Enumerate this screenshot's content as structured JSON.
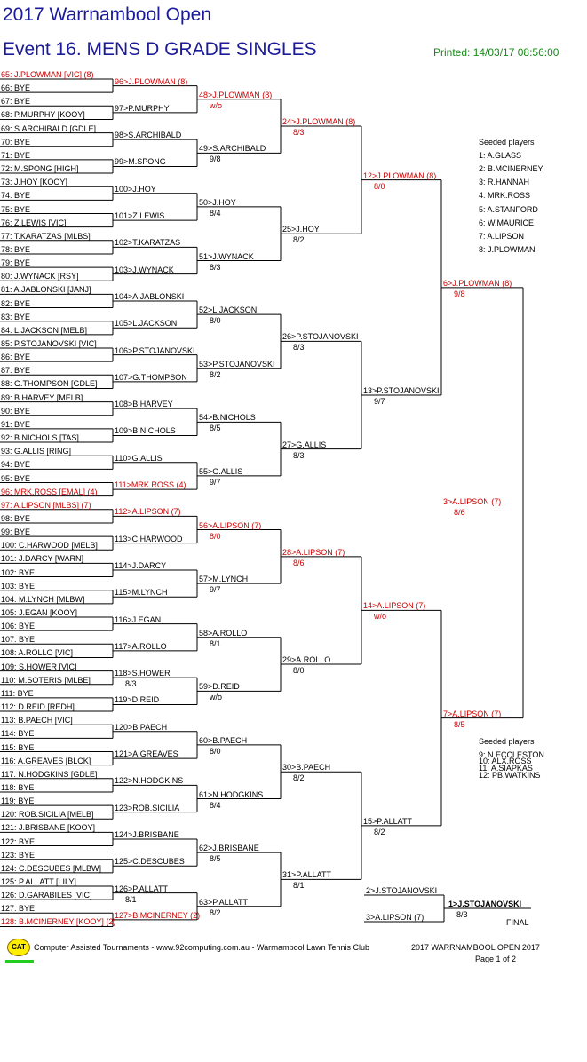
{
  "header": {
    "tournament_title": "2017 Warrnambool Open",
    "event_title": "Event 16. MENS D GRADE SINGLES",
    "printed": "Printed: 14/03/17 08:56:00"
  },
  "colors": {
    "title": "#1a1a9a",
    "printed": "#1a8a1a",
    "seeded": "#cc0000",
    "lines": "#000000"
  },
  "draw": [
    {
      "text": "65: J.PLOWMAN [VIC] (8)",
      "seed": true
    },
    {
      "text": "66: BYE"
    },
    {
      "text": "67: BYE"
    },
    {
      "text": "68: P.MURPHY [KOOY]"
    },
    {
      "text": "69: S.ARCHIBALD [GDLE]"
    },
    {
      "text": "70: BYE"
    },
    {
      "text": "71: BYE"
    },
    {
      "text": "72: M.SPONG [HIGH]"
    },
    {
      "text": "73: J.HOY [KOOY]"
    },
    {
      "text": "74: BYE"
    },
    {
      "text": "75: BYE"
    },
    {
      "text": "76: Z.LEWIS [VIC]"
    },
    {
      "text": "77: T.KARATZAS [MLBS]"
    },
    {
      "text": "78: BYE"
    },
    {
      "text": "79: BYE"
    },
    {
      "text": "80: J.WYNACK [RSY]"
    },
    {
      "text": "81: A.JABLONSKI [JANJ]"
    },
    {
      "text": "82: BYE"
    },
    {
      "text": "83: BYE"
    },
    {
      "text": "84: L.JACKSON [MELB]"
    },
    {
      "text": "85: P.STOJANOVSKI [VIC]"
    },
    {
      "text": "86: BYE"
    },
    {
      "text": "87: BYE"
    },
    {
      "text": "88: G.THOMPSON [GDLE]"
    },
    {
      "text": "89: B.HARVEY [MELB]"
    },
    {
      "text": "90: BYE"
    },
    {
      "text": "91: BYE"
    },
    {
      "text": "92: B.NICHOLS [TAS]"
    },
    {
      "text": "93: G.ALLIS [RING]"
    },
    {
      "text": "94: BYE"
    },
    {
      "text": "95: BYE"
    },
    {
      "text": "96: MRK.ROSS [EMAL] (4)",
      "seed": true
    },
    {
      "text": "97: A.LIPSON [MLBS] (7)",
      "seed": true
    },
    {
      "text": "98: BYE"
    },
    {
      "text": "99: BYE"
    },
    {
      "text": "100: C.HARWOOD [MELB]"
    },
    {
      "text": "101: J.DARCY [WARN]"
    },
    {
      "text": "102: BYE"
    },
    {
      "text": "103: BYE"
    },
    {
      "text": "104: M.LYNCH [MLBW]"
    },
    {
      "text": "105: J.EGAN [KOOY]"
    },
    {
      "text": "106: BYE"
    },
    {
      "text": "107: BYE"
    },
    {
      "text": "108: A.ROLLO [VIC]"
    },
    {
      "text": "109: S.HOWER [VIC]"
    },
    {
      "text": "110: M.SOTERIS [MLBE]"
    },
    {
      "text": "111: BYE"
    },
    {
      "text": "112: D.REID [REDH]"
    },
    {
      "text": "113: B.PAECH [VIC]"
    },
    {
      "text": "114: BYE"
    },
    {
      "text": "115: BYE"
    },
    {
      "text": "116: A.GREAVES [BLCK]"
    },
    {
      "text": "117: N.HODGKINS [GDLE]"
    },
    {
      "text": "118: BYE"
    },
    {
      "text": "119: BYE"
    },
    {
      "text": "120: ROB.SICILIA [MELB]"
    },
    {
      "text": "121: J.BRISBANE [KOOY]"
    },
    {
      "text": "122: BYE"
    },
    {
      "text": "123: BYE"
    },
    {
      "text": "124: C.DESCUBES [MLBW]"
    },
    {
      "text": "125: P.ALLATT [LILY]"
    },
    {
      "text": "126: D.GARABILES [VIC]"
    },
    {
      "text": "127: BYE"
    },
    {
      "text": "128: B.MCINERNEY [KOOY] (2)",
      "seed": true
    }
  ],
  "rounds": [
    [
      {
        "text": "96>J.PLOWMAN (8)",
        "seed": true,
        "score": ""
      },
      {
        "text": "97>P.MURPHY",
        "score": ""
      },
      {
        "text": "98>S.ARCHIBALD",
        "score": ""
      },
      {
        "text": "99>M.SPONG",
        "score": ""
      },
      {
        "text": "100>J.HOY",
        "score": ""
      },
      {
        "text": "101>Z.LEWIS",
        "score": ""
      },
      {
        "text": "102>T.KARATZAS",
        "score": ""
      },
      {
        "text": "103>J.WYNACK",
        "score": ""
      },
      {
        "text": "104>A.JABLONSKI",
        "score": ""
      },
      {
        "text": "105>L.JACKSON",
        "score": ""
      },
      {
        "text": "106>P.STOJANOVSKI",
        "score": ""
      },
      {
        "text": "107>G.THOMPSON",
        "score": ""
      },
      {
        "text": "108>B.HARVEY",
        "score": ""
      },
      {
        "text": "109>B.NICHOLS",
        "score": ""
      },
      {
        "text": "110>G.ALLIS",
        "score": ""
      },
      {
        "text": "111>MRK.ROSS (4)",
        "seed": true,
        "score": ""
      },
      {
        "text": "112>A.LIPSON (7)",
        "seed": true,
        "score": ""
      },
      {
        "text": "113>C.HARWOOD",
        "score": ""
      },
      {
        "text": "114>J.DARCY",
        "score": ""
      },
      {
        "text": "115>M.LYNCH",
        "score": ""
      },
      {
        "text": "116>J.EGAN",
        "score": ""
      },
      {
        "text": "117>A.ROLLO",
        "score": ""
      },
      {
        "text": "118>S.HOWER",
        "score": "8/3"
      },
      {
        "text": "119>D.REID",
        "score": ""
      },
      {
        "text": "120>B.PAECH",
        "score": ""
      },
      {
        "text": "121>A.GREAVES",
        "score": ""
      },
      {
        "text": "122>N.HODGKINS",
        "score": ""
      },
      {
        "text": "123>ROB.SICILIA",
        "score": ""
      },
      {
        "text": "124>J.BRISBANE",
        "score": ""
      },
      {
        "text": "125>C.DESCUBES",
        "score": ""
      },
      {
        "text": "126>P.ALLATT",
        "score": "8/1"
      },
      {
        "text": "127>B.MCINERNEY (2)",
        "seed": true,
        "score": ""
      }
    ],
    [
      {
        "text": "48>J.PLOWMAN (8)",
        "seed": true,
        "score": "w/o"
      },
      {
        "text": "49>S.ARCHIBALD",
        "score": "9/8"
      },
      {
        "text": "50>J.HOY",
        "score": "8/4"
      },
      {
        "text": "51>J.WYNACK",
        "score": "8/3"
      },
      {
        "text": "52>L.JACKSON",
        "score": "8/0"
      },
      {
        "text": "53>P.STOJANOVSKI",
        "score": "8/2"
      },
      {
        "text": "54>B.NICHOLS",
        "score": "8/5"
      },
      {
        "text": "55>G.ALLIS",
        "score": "9/7"
      },
      {
        "text": "56>A.LIPSON (7)",
        "seed": true,
        "score": "8/0"
      },
      {
        "text": "57>M.LYNCH",
        "score": "9/7"
      },
      {
        "text": "58>A.ROLLO",
        "score": "8/1"
      },
      {
        "text": "59>D.REID",
        "score": "w/o"
      },
      {
        "text": "60>B.PAECH",
        "score": "8/0"
      },
      {
        "text": "61>N.HODGKINS",
        "score": "8/4"
      },
      {
        "text": "62>J.BRISBANE",
        "score": "8/5"
      },
      {
        "text": "63>P.ALLATT",
        "score": "8/2"
      }
    ],
    [
      {
        "text": "24>J.PLOWMAN (8)",
        "seed": true,
        "score": "8/3"
      },
      {
        "text": "25>J.HOY",
        "score": "8/2"
      },
      {
        "text": "26>P.STOJANOVSKI",
        "score": "8/3"
      },
      {
        "text": "27>G.ALLIS",
        "score": "8/3"
      },
      {
        "text": "28>A.LIPSON (7)",
        "seed": true,
        "score": "8/6"
      },
      {
        "text": "29>A.ROLLO",
        "score": "8/0"
      },
      {
        "text": "30>B.PAECH",
        "score": "8/2"
      },
      {
        "text": "31>P.ALLATT",
        "score": "8/1"
      }
    ],
    [
      {
        "text": "12>J.PLOWMAN (8)",
        "seed": true,
        "score": "8/0"
      },
      {
        "text": "13>P.STOJANOVSKI",
        "score": "9/7"
      },
      {
        "text": "14>A.LIPSON (7)",
        "seed": true,
        "score": "w/o"
      },
      {
        "text": "15>P.ALLATT",
        "score": "8/2"
      }
    ],
    [
      {
        "text": "6>J.PLOWMAN (8)",
        "seed": true,
        "score": "9/8"
      },
      {
        "text": "3>A.LIPSON (7)",
        "seed": true,
        "score": "8/6"
      },
      {
        "text": "7>A.LIPSON (7)",
        "seed": true,
        "score": "8/5"
      }
    ]
  ],
  "final": {
    "top": "2>J.STOJANOVSKI",
    "bottom": "3>A.LIPSON (7)",
    "winner": "1>J.STOJANOVSKI",
    "score": "8/3",
    "label": "FINAL"
  },
  "seeds_1": {
    "title": "Seeded players",
    "items": [
      "1: A.GLASS",
      "2: B.MCINERNEY",
      "3: R.HANNAH",
      "4: MRK.ROSS",
      "5: A.STANFORD",
      "6: W.MAURICE",
      "7: A.LIPSON",
      "8: J.PLOWMAN"
    ]
  },
  "seeds_2": {
    "title": "Seeded players",
    "items": [
      "9: N.ECCLESTON",
      "10: ALX.ROSS",
      "11: A.SIAPKAS",
      "12: PB.WATKINS"
    ]
  },
  "footer": {
    "logo": "CAT",
    "left": "Computer Assisted Tournaments - www.92computing.com.au  -  Warrnambool Lawn Tennis Club",
    "right": "2017 WARRNAMBOOL OPEN 2017",
    "page": "Page 1 of 2"
  }
}
